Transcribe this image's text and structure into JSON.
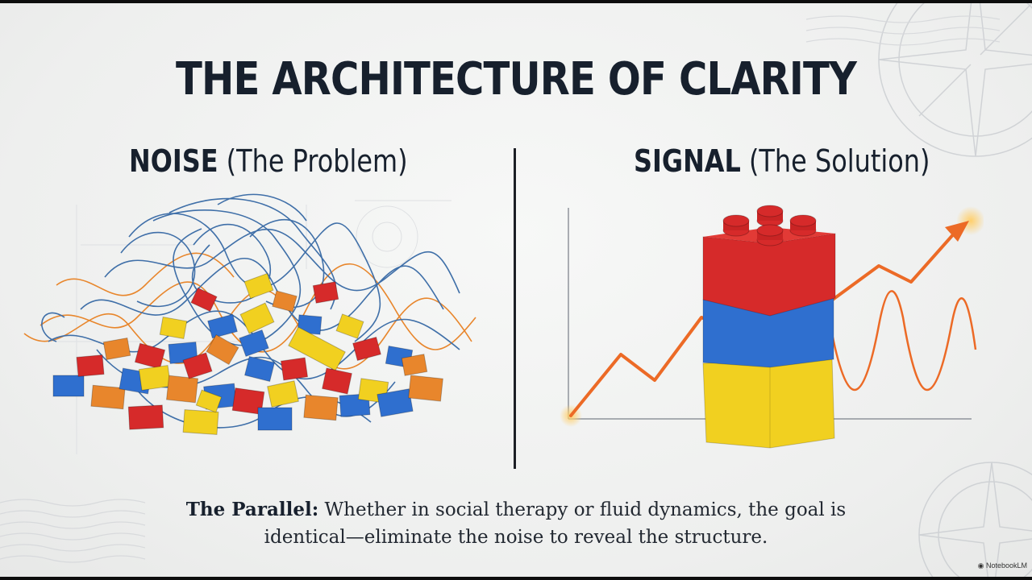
{
  "slide": {
    "title": "THE ARCHITECTURE OF CLARITY",
    "left_heading_strong": "NOISE",
    "left_heading_rest": "(The Problem)",
    "right_heading_strong": "SIGNAL",
    "right_heading_rest": "(The Solution)",
    "caption_lead": "The Parallel:",
    "caption_line1": "Whether in social therapy or fluid dynamics, the goal is",
    "caption_line2": "identical—eliminate the noise to reveal the structure.",
    "brand": "NotebookLM"
  },
  "colors": {
    "title": "#17202d",
    "brick_red": "#d62a2a",
    "brick_blue": "#2f6fcf",
    "brick_yellow": "#f1d020",
    "brick_orange": "#e8862c",
    "signal_line": "#ec6a26",
    "noise_wire": "#3f6fa8"
  },
  "icons": {
    "brand_logo": "notebooklm-logo-icon",
    "compass_decoration": "compass-rose-icon"
  }
}
